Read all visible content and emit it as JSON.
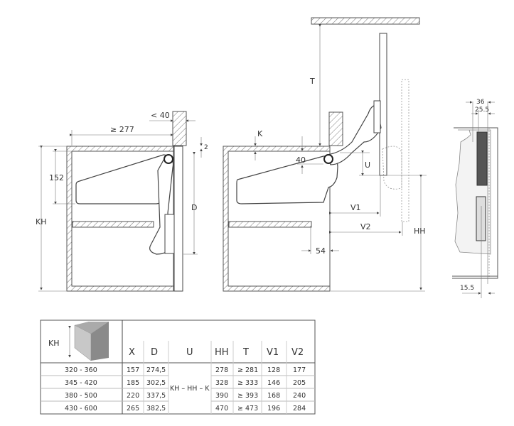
{
  "drawing_labels": {
    "front_view": {
      "top_gap": "< 40",
      "width": "≥ 277",
      "offset": "2",
      "height_152": "152",
      "cabinet_height": "KH",
      "depth_d": "D"
    },
    "open_view": {
      "top_clearance": "T",
      "k": "K",
      "dim_40": "40",
      "u": "U",
      "v1": "V1",
      "v2": "V2",
      "hh": "HH",
      "dim_54": "54"
    },
    "side_view": {
      "dim_36": "36",
      "dim_25_5": "25.5",
      "dim_15_5": "15.5"
    }
  },
  "table": {
    "corner_label": "KH",
    "headers": [
      "X",
      "D",
      "U",
      "HH",
      "T",
      "V1",
      "V2"
    ],
    "u_formula": "KH – HH – K",
    "rows": [
      {
        "kh": "320 - 360",
        "x": "157",
        "d": "274,5",
        "hh": "278",
        "t": "≥ 281",
        "v1": "128",
        "v2": "177"
      },
      {
        "kh": "345 - 420",
        "x": "185",
        "d": "302,5",
        "hh": "328",
        "t": "≥ 333",
        "v1": "146",
        "v2": "205"
      },
      {
        "kh": "380 - 500",
        "x": "220",
        "d": "337,5",
        "hh": "390",
        "t": "≥ 393",
        "v1": "168",
        "v2": "240"
      },
      {
        "kh": "430 - 600",
        "x": "265",
        "d": "382,5",
        "hh": "470",
        "t": "≥ 473",
        "v1": "196",
        "v2": "284"
      }
    ]
  }
}
